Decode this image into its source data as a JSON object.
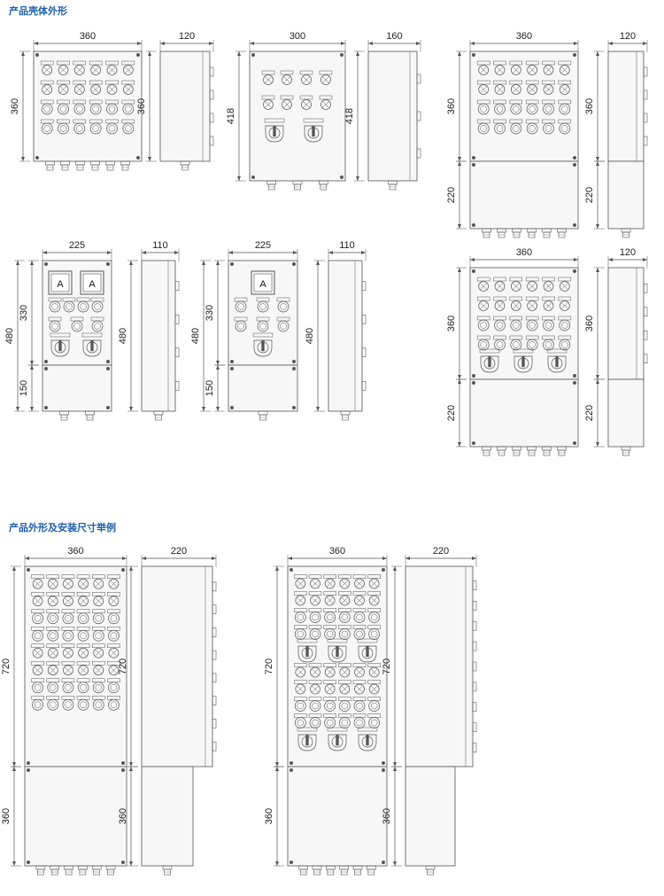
{
  "titles": {
    "shell": "产品壳体外形",
    "install": "产品外形及安装尺寸举例"
  },
  "colors": {
    "line": "#555555",
    "title": "#1f5fa8",
    "panel_bg": "#f7f7f7"
  },
  "diagrams": [
    {
      "name": "box-a-front",
      "width_label": "360",
      "height_labels": [
        "360"
      ]
    },
    {
      "name": "box-a-side",
      "width_label": "120",
      "height_labels": [
        "360"
      ]
    },
    {
      "name": "box-b-front",
      "width_label": "300",
      "height_labels": [
        "418"
      ]
    },
    {
      "name": "box-b-side",
      "width_label": "160",
      "height_labels": [
        "418"
      ]
    },
    {
      "name": "box-c-front",
      "width_label": "360",
      "height_labels": [
        "360",
        "220"
      ]
    },
    {
      "name": "box-c-side",
      "width_label": "120",
      "height_labels": [
        "360",
        "220"
      ]
    },
    {
      "name": "box-d-front",
      "width_label": "225",
      "height_labels": [
        "480",
        "330",
        "150"
      ],
      "meter_label": "A"
    },
    {
      "name": "box-d-side",
      "width_label": "110",
      "height_labels": [
        "480"
      ]
    },
    {
      "name": "box-e-front",
      "width_label": "225",
      "height_labels": [
        "480",
        "330",
        "150"
      ],
      "meter_label": "A"
    },
    {
      "name": "box-e-side",
      "width_label": "110",
      "height_labels": [
        "480"
      ]
    },
    {
      "name": "box-f-front",
      "width_label": "360",
      "height_labels": [
        "360",
        "220"
      ]
    },
    {
      "name": "box-f-side",
      "width_label": "120",
      "height_labels": [
        "360",
        "220"
      ]
    },
    {
      "name": "box-g-front",
      "width_label": "360",
      "height_labels": [
        "720",
        "360"
      ]
    },
    {
      "name": "box-g-side",
      "width_label": "220",
      "height_labels": [
        "720",
        "360"
      ]
    },
    {
      "name": "box-h-front",
      "width_label": "360",
      "height_labels": [
        "720",
        "360"
      ]
    },
    {
      "name": "box-h-side",
      "width_label": "220",
      "height_labels": [
        "720",
        "360"
      ]
    }
  ]
}
